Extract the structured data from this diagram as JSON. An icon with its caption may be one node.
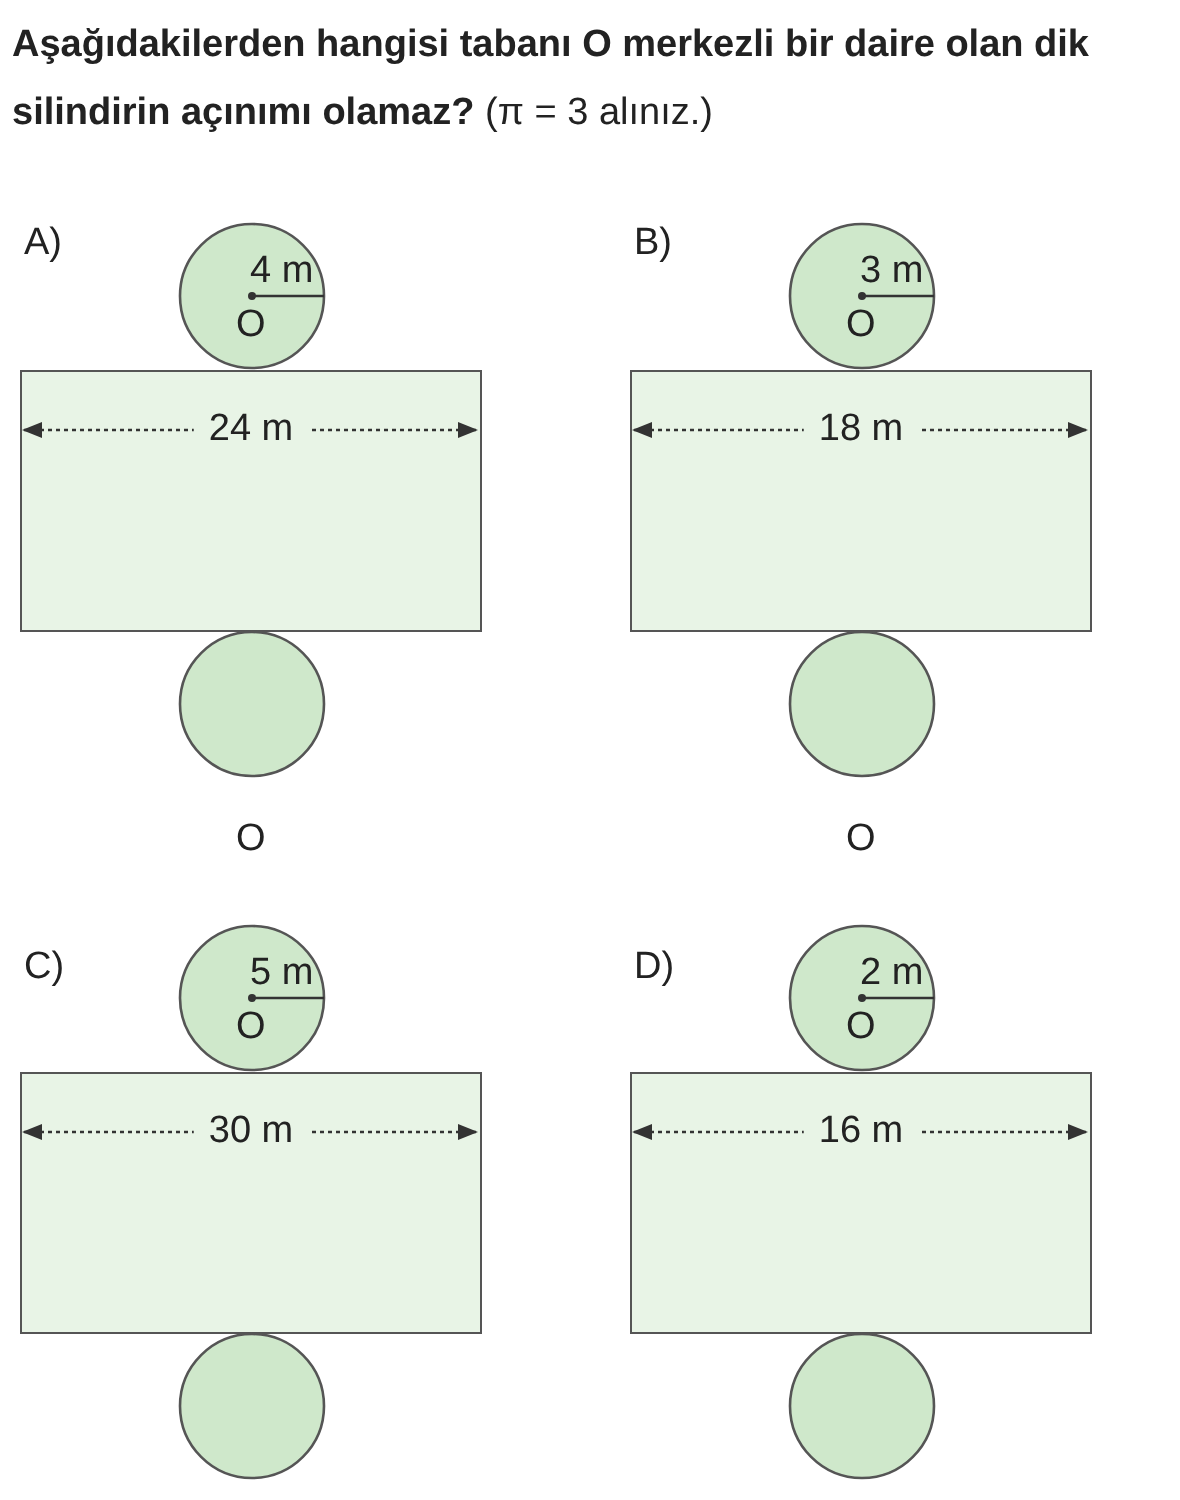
{
  "diagram": {
    "title": "**Aşağıdakilerden hangisi tabanı O merkezli bir daire olan dik silindirin açınımı olamaz?** (π = 3 alınız.)",
    "nodes": [
      {
        "text": [
          "4 m",
          "O"
        ]
      },
      {
        "text": [
          "24 m"
        ]
      },
      {
        "text": [],
        "shape": "circle"
      },
      {
        "text": [
          "3 m",
          "O"
        ]
      },
      {
        "text": [
          "18 m"
        ]
      },
      {
        "text": [],
        "shape": "circle"
      },
      {
        "text": [
          "5 m",
          "O"
        ]
      },
      {
        "text": [
          "30 m"
        ]
      },
      {
        "text": [],
        "shape": "circle"
      },
      {
        "text": [
          "2 m",
          "O"
        ]
      },
      {
        "text": [
          "16 m"
        ]
      },
      {
        "text": [],
        "shape": "circle"
      }
    ],
    "edges": [],
    "labels": [
      "A)",
      "B)",
      "O",
      "O",
      "C)",
      "D)"
    ]
  }
}
